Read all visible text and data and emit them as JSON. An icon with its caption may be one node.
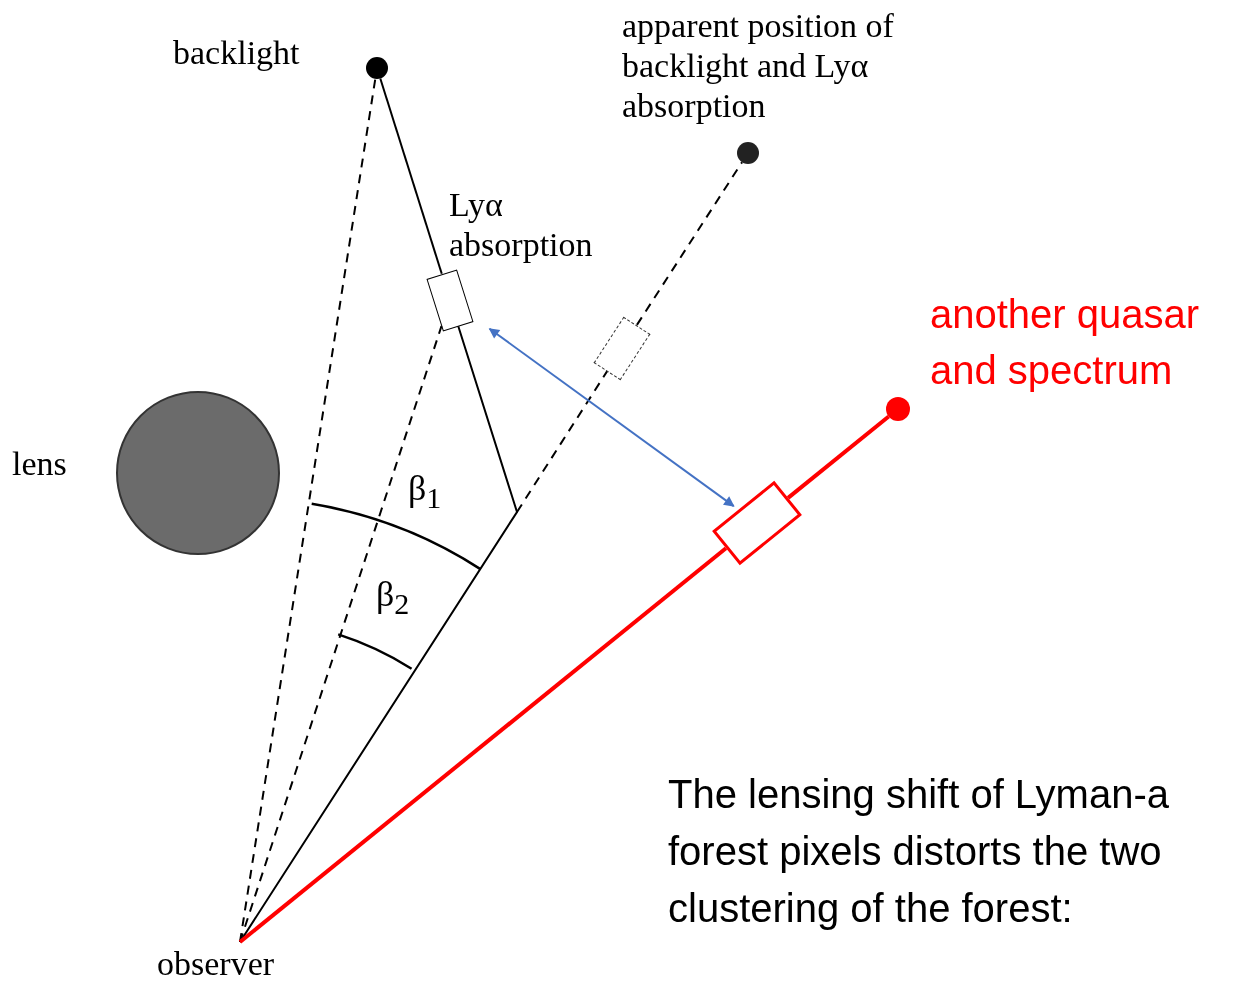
{
  "diagram": {
    "nodes": [
      {
        "text": [],
        "shape": "circle",
        "beside": [
          "backlight"
        ]
      },
      {
        "text": [],
        "shape": "circle",
        "beside": [
          "apparent position of backlight and Lyα absorption"
        ]
      },
      {
        "text": [],
        "shape": "box",
        "beside": [
          "Lyα absorption"
        ]
      },
      {
        "text": [],
        "shape": "box"
      },
      {
        "text": [],
        "shape": "circle",
        "beside": [
          "another quasar and spectrum"
        ]
      },
      {
        "text": [],
        "shape": "box"
      },
      {
        "text": [
          "observer"
        ]
      },
      {
        "text": [],
        "shape": "circle",
        "beside": [
          "lens"
        ]
      }
    ],
    "edges": [
      {
        "from": 6,
        "to": 0,
        "arrow": "none",
        "style": "dashed"
      },
      {
        "from": 6,
        "to": 2,
        "arrow": "none"
      },
      {
        "from": 2,
        "to": 0,
        "arrow": "none"
      },
      {
        "from": 6,
        "to": 2,
        "arrow": "none",
        "style": "dashed"
      },
      {
        "from": null,
        "to": 3,
        "arrow": "none",
        "style": "dashed"
      },
      {
        "from": 3,
        "to": 1,
        "arrow": "none",
        "style": "dashed"
      },
      {
        "from": 6,
        "to": 5,
        "arrow": "none",
        "color": "#ff0000",
        "style": "thick"
      },
      {
        "from": 5,
        "to": 4,
        "arrow": "none",
        "color": "#ff0000",
        "style": "thick"
      },
      {
        "from": 2,
        "to": 5,
        "arrow": "both",
        "color": "#4472c4"
      }
    ],
    "labels": [
      "β$_{1}$",
      "β$_{2}$",
      "The lensing shift of Lyman-a forest pixels distorts the two clustering of the forest:"
    ]
  }
}
